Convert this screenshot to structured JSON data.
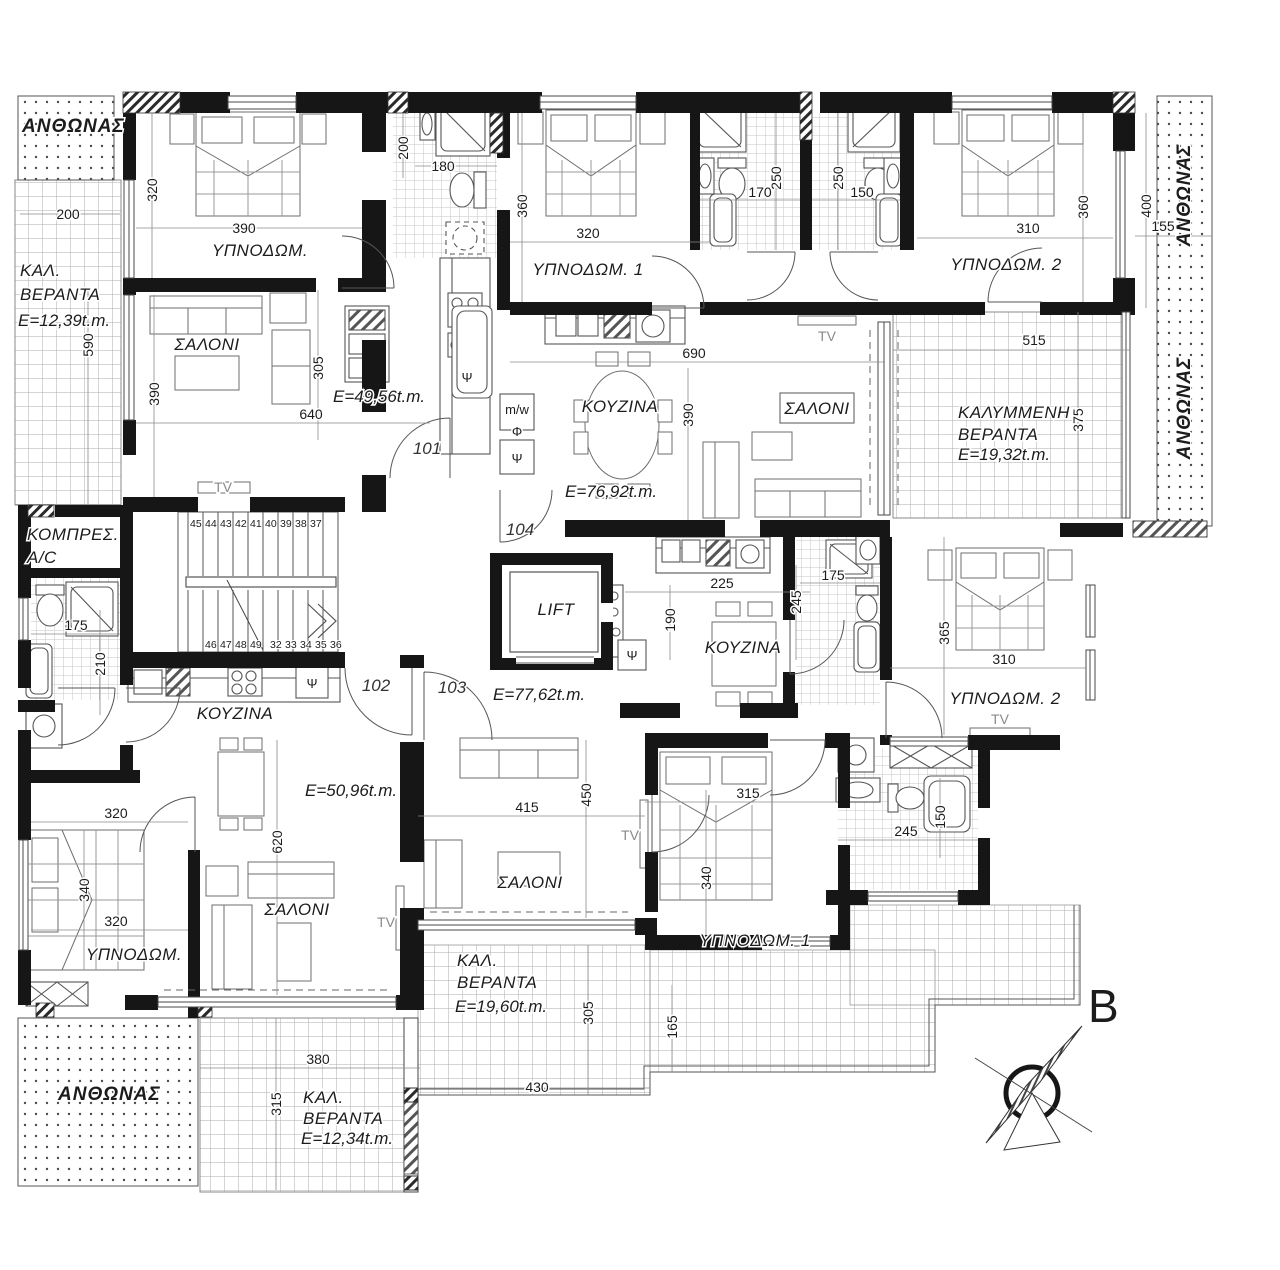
{
  "compass": {
    "north": "B"
  },
  "common": {
    "lift": "LIFT",
    "tv": "TV",
    "psi": "Ψ",
    "phi": "Φ",
    "microwave": "m/w",
    "services_line1": "ΚΟΜΠΡΕΣ.",
    "services_line2": "Α/C",
    "stairs_upper": [
      "45",
      "44",
      "43",
      "42",
      "41",
      "40",
      "39",
      "38",
      "37"
    ],
    "stairs_lower": [
      "46",
      "47",
      "48",
      "49",
      "32",
      "33",
      "34",
      "35",
      "36"
    ]
  },
  "planters": {
    "top_left": "ΑΝΘΩΝΑΣ",
    "right_upper": "ΑΝΘΩΝΑΣ",
    "right_lower": "ΑΝΘΩΝΑΣ",
    "bottom_left": "ΑΝΘΩΝΑΣ"
  },
  "apartments": {
    "apt101": {
      "door_no": "101",
      "area": "E=49,56t.m.",
      "bedroom": "ΥΠΝΟΔΩΜ.",
      "living": "ΣΑΛΟΝΙ",
      "veranda_line1": "ΚΑΛ.",
      "veranda_line2": "ΒΕΡΑΝΤΑ",
      "veranda_area": "E=12,39t.m."
    },
    "apt102": {
      "door_no": "102",
      "area": "E=50,96t.m.",
      "bedroom": "ΥΠΝΟΔΩΜ.",
      "living": "ΣΑΛΟΝΙ",
      "kitchen": "ΚΟΥΖΙΝΑ",
      "veranda_line1": "ΚΑΛ.",
      "veranda_line2": "ΒΕΡΑΝΤΑ",
      "veranda_area": "E=12,34t.m."
    },
    "apt103": {
      "door_no": "103",
      "area": "E=77,62t.m.",
      "bedroom1": "ΥΠΝΟΔΩΜ. 1",
      "bedroom2": "ΥΠΝΟΔΩΜ. 2",
      "living": "ΣΑΛΟΝΙ",
      "kitchen": "ΚΟΥΖΙΝΑ",
      "veranda_line1": "ΚΑΛ.",
      "veranda_line2": "ΒΕΡΑΝΤΑ",
      "veranda_area": "E=19,60t.m."
    },
    "apt104": {
      "door_no": "104",
      "area": "E=76,92t.m.",
      "bedroom1": "ΥΠΝΟΔΩΜ. 1",
      "bedroom2": "ΥΠΝΟΔΩΜ. 2",
      "living": "ΣΑΛΟΝΙ",
      "kitchen": "ΚΟΥΖΙΝΑ",
      "veranda_line1": "ΚΑΛΥΜΜΕΝΗ",
      "veranda_line2": "ΒΕΡΑΝΤΑ",
      "veranda_area": "E=19,32t.m."
    }
  },
  "dims": {
    "t200": "200",
    "tl320v": "320",
    "tl390": "390",
    "tl200v": "200",
    "tl180": "180",
    "tl590v": "590",
    "tl390v": "390",
    "tl305v": "305",
    "tl640": "640",
    "tc360v": "360",
    "tc320": "320",
    "bath1_250v": "250",
    "bath1_170": "170",
    "bath2_250v": "250",
    "bath2_150": "150",
    "tc690": "690",
    "tc390v": "390",
    "tr310": "310",
    "tr360v": "360",
    "tr400v": "400",
    "tr155": "155",
    "cv515": "515",
    "cv375v": "375",
    "ml175": "175",
    "ml210v": "210",
    "mc225": "225",
    "mc190v": "190",
    "mc245v": "245",
    "mc175": "175",
    "mr365v": "365",
    "mr310": "310",
    "bl320a": "320",
    "bl340v": "340",
    "bl320b": "320",
    "bl620v": "620",
    "bc415": "415",
    "bc450v": "450",
    "bc315": "315",
    "bc340v": "340",
    "br245": "245",
    "br150v": "150",
    "bv305v": "305",
    "bv165v": "165",
    "bv430": "430",
    "lv380": "380",
    "lv315v": "315"
  }
}
